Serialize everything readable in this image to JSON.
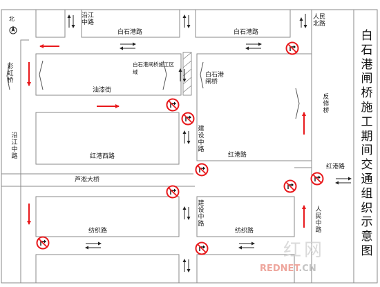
{
  "map": {
    "title": "白石港闸桥施工期间交通组织示意图",
    "north_label": "北",
    "roads": {
      "yanjiang_zhonglu_top": "沿江中路",
      "yanjiang_zhonglu_left": "沿江中路",
      "baishigang_lu_left": "白石港路",
      "baishigang_lu_right": "白石港路",
      "renmin_beilu": "人民北路",
      "caihong_qiao": "彩虹桥",
      "youqi_jie": "油漆街",
      "baishigang_zhaqiao": "白石港闸桥",
      "construction_area": "白石港闸桥施工区域",
      "fanxiu_qiao": "反修桥",
      "jianshe_zhonglu_upper": "建设中路",
      "jianshe_zhonglu_lower": "建设中路",
      "honggang_xilu": "红港西路",
      "honggang_lu_center": "红港路",
      "honggang_lu_right": "红港路",
      "lusong_daqiao": "芦淞大桥",
      "renmin_zhonglu": "人民中路",
      "fangzhi_lu_left": "纺织路",
      "fangzhi_lu_right": "纺织路"
    },
    "legend": {
      "one_way_arrow_color": "#e8191c",
      "no_turn_sign_color": "#e8191c",
      "two_way_arrow_color": "#222222",
      "road_outline_color": "#8a8a8a"
    }
  },
  "watermark": {
    "site_cn": "红网",
    "site_en_red": "REDNET",
    "site_en_gray": ".CN"
  }
}
